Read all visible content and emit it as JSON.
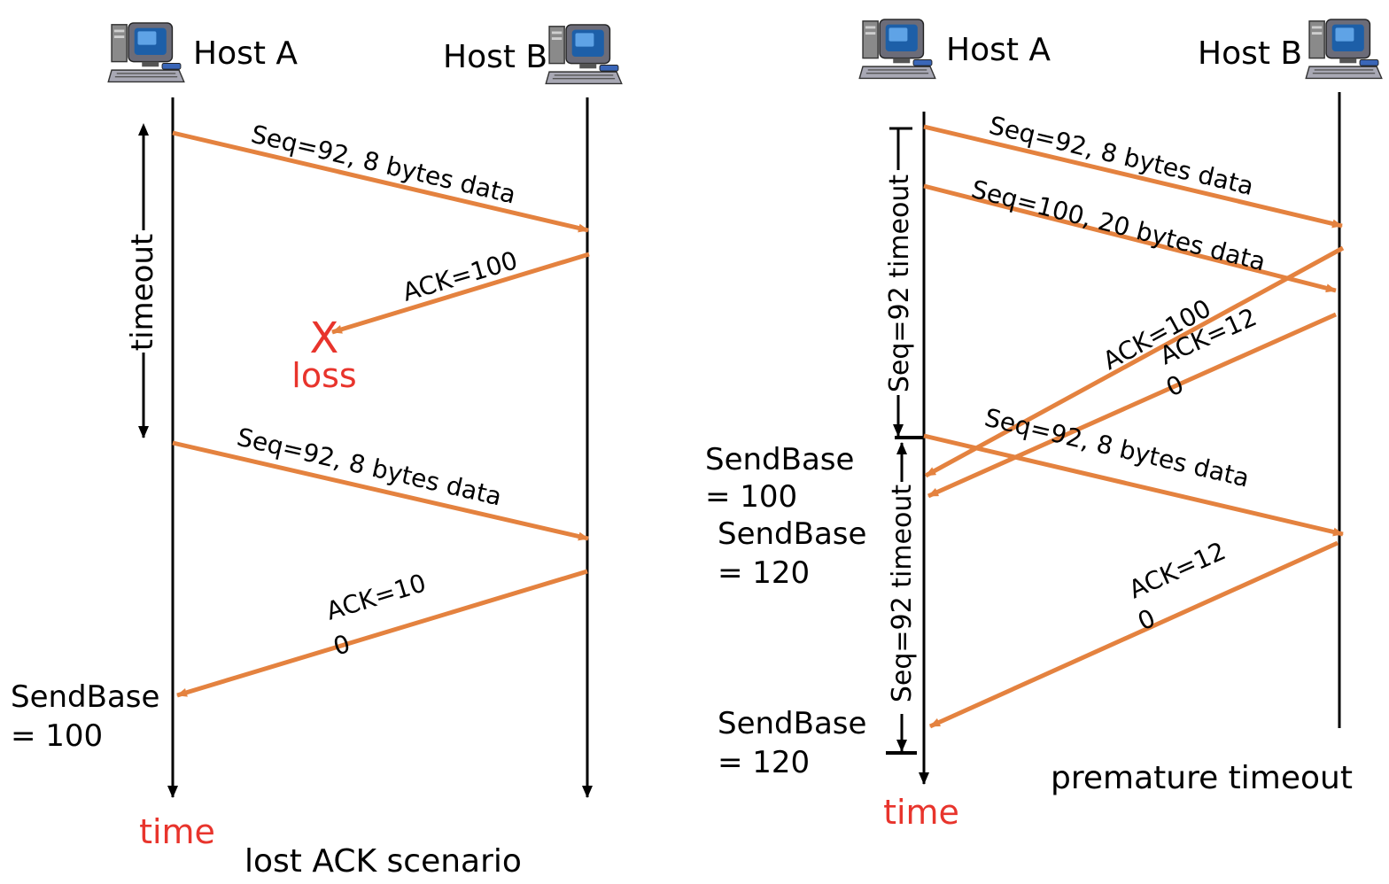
{
  "colors": {
    "arrow": "#e4823f",
    "line": "#000000",
    "accent": "#e8342c"
  },
  "left": {
    "host_a": "Host A",
    "host_b": "Host B",
    "timeout_label": "timeout",
    "msg1": "Seq=92, 8 bytes data",
    "ack1": "ACK=100",
    "loss_mark": "X",
    "loss_label": "loss",
    "msg2": "Seq=92, 8 bytes data",
    "ack2_line1": "ACK=10",
    "ack2_line2": "0",
    "sendbase_line1": "SendBase",
    "sendbase_line2": "= 100",
    "time_label": "time",
    "caption": "lost ACK scenario"
  },
  "right": {
    "host_a": "Host A",
    "host_b": "Host B",
    "timeout1_label": "Seq=92 timeout",
    "timeout2_label": "Seq=92 timeout",
    "msg1": "Seq=92, 8 bytes data",
    "msg2": "Seq=100, 20 bytes data",
    "ack1": "ACK=100",
    "ack2_line1": "ACK=12",
    "ack2_line2": "0",
    "msg3": "Seq=92, 8 bytes data",
    "ack3_line1": "ACK=12",
    "ack3_line2": "0",
    "sendbase1_line1": "SendBase",
    "sendbase1_line2": "= 100",
    "sendbase2_line1": "SendBase",
    "sendbase2_line2": "= 120",
    "sendbase3_line1": "SendBase",
    "sendbase3_line2": "= 120",
    "time_label": "time",
    "caption": "premature timeout"
  }
}
